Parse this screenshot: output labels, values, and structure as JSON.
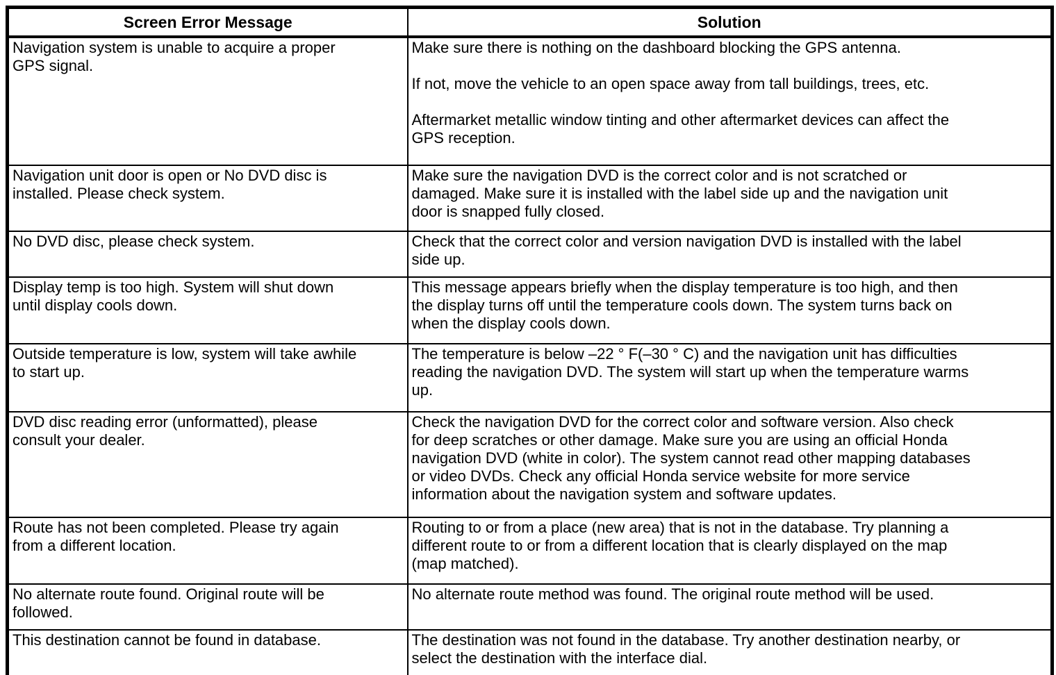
{
  "colors": {
    "border": "#000000",
    "text": "#000000",
    "background": "#ffffff"
  },
  "table": {
    "headers": {
      "error": "Screen Error Message",
      "solution": "Solution"
    },
    "rows": [
      {
        "error": "Navigation system is unable to acquire a proper\nGPS signal.",
        "solution": "Make sure there is nothing on the dashboard blocking the GPS antenna.\n\nIf not, move the vehicle to an open space away from tall buildings, trees, etc.\n\nAftermarket metallic window tinting and other aftermarket devices can affect the\nGPS reception."
      },
      {
        "error": "Navigation unit door is open or No DVD disc is\ninstalled. Please check system.",
        "solution": "Make sure the navigation DVD is the correct color and is not scratched or\ndamaged. Make sure it is installed with the label side up and the navigation unit\ndoor is snapped fully closed."
      },
      {
        "error": "No DVD disc, please check system.",
        "solution": "Check that the correct color and version navigation DVD is installed with the label\nside up."
      },
      {
        "error": "Display temp is too high. System will shut down\nuntil display cools down.",
        "solution": "This message appears briefly when the display temperature is too high, and then\nthe display turns off until the temperature cools down. The system turns back on\nwhen the display cools down."
      },
      {
        "error": "Outside temperature is low, system will take awhile\nto start up.",
        "solution": "The temperature is below –22 ° F(–30 ° C) and the navigation unit has difficulties\nreading the navigation DVD. The system will start up when the temperature warms\nup."
      },
      {
        "error": "DVD disc reading error (unformatted), please\nconsult your dealer.",
        "solution": "Check the navigation DVD for the correct color and software version. Also check\nfor deep scratches or other damage. Make sure you are using an official Honda\nnavigation DVD (white in color). The system cannot read other mapping databases\nor video DVDs. Check any official Honda service website for more service\ninformation about the navigation system and software updates."
      },
      {
        "error": "Route has not been completed. Please try again\nfrom a different location.",
        "solution": "Routing to or from a place (new area) that is not in the database. Try planning a\ndifferent route to or from a different location that is clearly displayed on the map\n(map matched)."
      },
      {
        "error": "No alternate route found. Original route will be\nfollowed.",
        "solution": "No alternate route method was found. The original route method will be used."
      },
      {
        "error": "This destination cannot be found in database.",
        "solution": "The destination was not found in the database. Try another destination nearby, or\nselect the destination with the interface dial."
      }
    ]
  }
}
